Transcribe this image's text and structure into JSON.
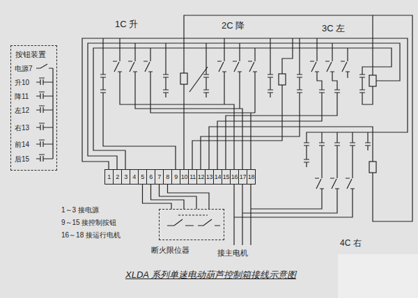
{
  "diagram": {
    "caption": "XLDA 系列单速电动葫芦控制箱接线示意图",
    "nodes": [
      {
        "text": [
          "按钮装置",
          "电源7",
          "升10",
          "降11",
          "左12",
          "右13",
          "前14",
          "后15"
        ]
      },
      {
        "text": [
          "1"
        ]
      },
      {
        "text": [
          "2"
        ]
      },
      {
        "text": [
          "3"
        ]
      },
      {
        "text": [
          "4"
        ]
      },
      {
        "text": [
          "5"
        ]
      },
      {
        "text": [
          "6"
        ]
      },
      {
        "text": [
          "7"
        ]
      },
      {
        "text": [
          "8"
        ]
      },
      {
        "text": [
          "9"
        ]
      },
      {
        "text": [
          "10"
        ]
      },
      {
        "text": [
          "11"
        ]
      },
      {
        "text": [
          "12"
        ]
      },
      {
        "text": [
          "13"
        ]
      },
      {
        "text": [
          "14"
        ]
      },
      {
        "text": [
          "15"
        ]
      },
      {
        "text": [
          "16"
        ]
      },
      {
        "text": [
          "17"
        ]
      },
      {
        "text": [
          "18"
        ]
      },
      {
        "text": [
          "断火限位器"
        ]
      }
    ],
    "edges": [
      {
        "from": 5,
        "to": 19,
        "arrow": "none"
      },
      {
        "from": 6,
        "to": 19,
        "arrow": "none"
      },
      {
        "from": 7,
        "to": 19,
        "arrow": "none"
      },
      {
        "from": 8,
        "to": 19,
        "arrow": "none"
      }
    ],
    "labels": [
      "1C 升",
      "2C 降",
      "3C 左",
      "1～3 接电源",
      "9～15 接控制按钮",
      "16～18 接运行电机",
      "4C 右",
      "接主电机"
    ]
  }
}
